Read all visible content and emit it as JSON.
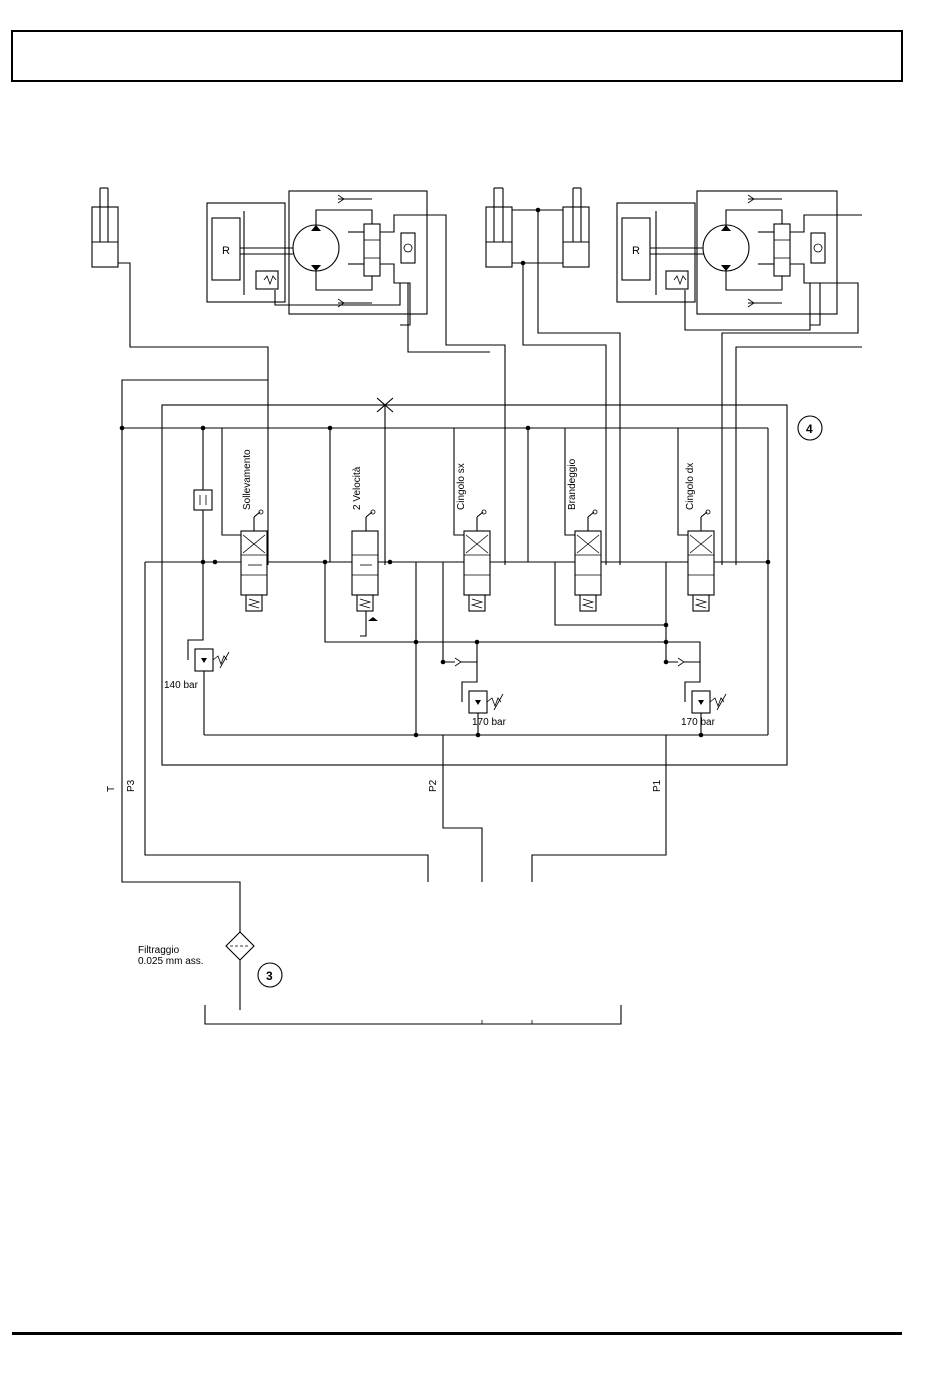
{
  "header": {
    "title": ""
  },
  "diagram": {
    "motor_label": "R",
    "sections": [
      {
        "id": "lift",
        "label": "Sollevamento"
      },
      {
        "id": "speed",
        "label": "2 Velocità"
      },
      {
        "id": "track-left",
        "label": "Cingolo sx"
      },
      {
        "id": "swing",
        "label": "Brandeggio"
      },
      {
        "id": "track-right",
        "label": "Cingolo dx"
      }
    ],
    "relief_valves": {
      "lift": "140 bar",
      "track_left": "170 bar",
      "track_right": "170 bar"
    },
    "ports": {
      "t": "T",
      "p3": "P3",
      "p2": "P2",
      "p1": "P1"
    },
    "callouts": {
      "valve_block": "4",
      "filter": "3"
    },
    "filter": {
      "line1": "Filtraggio",
      "line2": "0.025 mm ass."
    }
  }
}
